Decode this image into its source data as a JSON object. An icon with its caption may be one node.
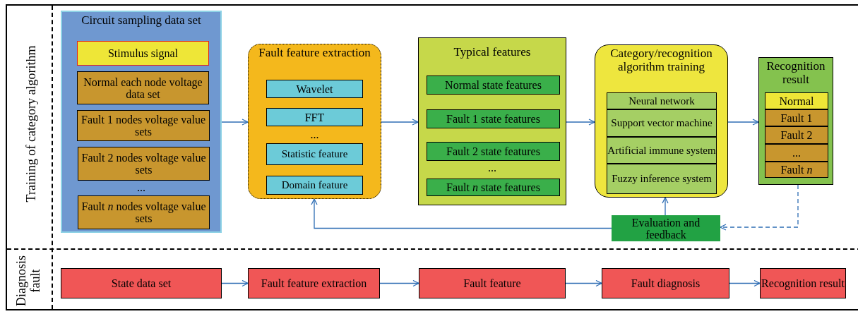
{
  "diagram": {
    "nodes": [
      {
        "text": [
          "Circuit sampling data set",
          "..."
        ]
      },
      {
        "text": [
          "Stimulus signal"
        ],
        "in": 0
      },
      {
        "text": [
          "Normal each node voltage data set"
        ],
        "in": 0
      },
      {
        "text": [
          "Fault 1 nodes voltage value sets"
        ],
        "in": 0
      },
      {
        "text": [
          "Fault 2 nodes voltage value sets"
        ],
        "in": 0
      },
      {
        "text": [
          "Fault *n* nodes voltage value sets"
        ],
        "in": 0
      },
      {
        "text": [
          "Fault feature extraction",
          "..."
        ]
      },
      {
        "text": [
          "Wavelet"
        ],
        "in": 6
      },
      {
        "text": [
          "FFT"
        ],
        "in": 6
      },
      {
        "text": [
          "Statistic feature"
        ],
        "in": 6
      },
      {
        "text": [
          "Domain feature"
        ],
        "in": 6
      },
      {
        "text": [
          "Typical features",
          "..."
        ]
      },
      {
        "text": [
          "Normal state features"
        ],
        "in": 11
      },
      {
        "text": [
          "Fault 1 state features"
        ],
        "in": 11
      },
      {
        "text": [
          "Fault 2 state features"
        ],
        "in": 11
      },
      {
        "text": [
          "Fault *n* state features"
        ],
        "in": 11
      },
      {
        "text": [
          "Category/recognition algorithm training"
        ]
      },
      {
        "text": [
          "Neural network"
        ],
        "in": 16
      },
      {
        "text": [
          "Support vector machine"
        ],
        "in": 16
      },
      {
        "text": [
          "Artificial immune system"
        ],
        "in": 16
      },
      {
        "text": [
          "Fuzzy inference system"
        ],
        "in": 16
      },
      {
        "text": [
          "Recognition result"
        ]
      },
      {
        "text": [
          "Normal"
        ],
        "in": 21
      },
      {
        "text": [
          "Fault 1"
        ],
        "in": 21
      },
      {
        "text": [
          "Fault 2"
        ],
        "in": 21
      },
      {
        "text": [
          "..."
        ],
        "in": 21
      },
      {
        "text": [
          "Fault *n*"
        ],
        "in": 21
      },
      {
        "text": [
          "Evaluation and feedback"
        ]
      },
      {
        "text": [
          "State data set"
        ]
      },
      {
        "text": [
          "Fault feature extraction"
        ]
      },
      {
        "text": [
          "Fault feature"
        ]
      },
      {
        "text": [
          "Fault diagnosis"
        ]
      },
      {
        "text": [
          "Recognition result"
        ]
      }
    ],
    "edges": [
      {
        "from": 0,
        "to": 6,
        "arrow": "to"
      },
      {
        "from": 6,
        "to": 11,
        "arrow": "to"
      },
      {
        "from": 11,
        "to": 16,
        "arrow": "to"
      },
      {
        "from": 16,
        "to": 21,
        "arrow": "to"
      },
      {
        "from": 21,
        "to": 27,
        "arrow": "to",
        "style": "dashed"
      },
      {
        "from": 27,
        "to": 16,
        "arrow": "to"
      },
      {
        "from": 27,
        "to": 6,
        "arrow": "to"
      },
      {
        "from": 28,
        "to": 29,
        "arrow": "to"
      },
      {
        "from": 29,
        "to": 30,
        "arrow": "to"
      },
      {
        "from": 30,
        "to": 31,
        "arrow": "to"
      },
      {
        "from": 31,
        "to": 32,
        "arrow": "to"
      }
    ],
    "labels": [
      "Training of category algorithm",
      "Diagnosis fault"
    ]
  }
}
